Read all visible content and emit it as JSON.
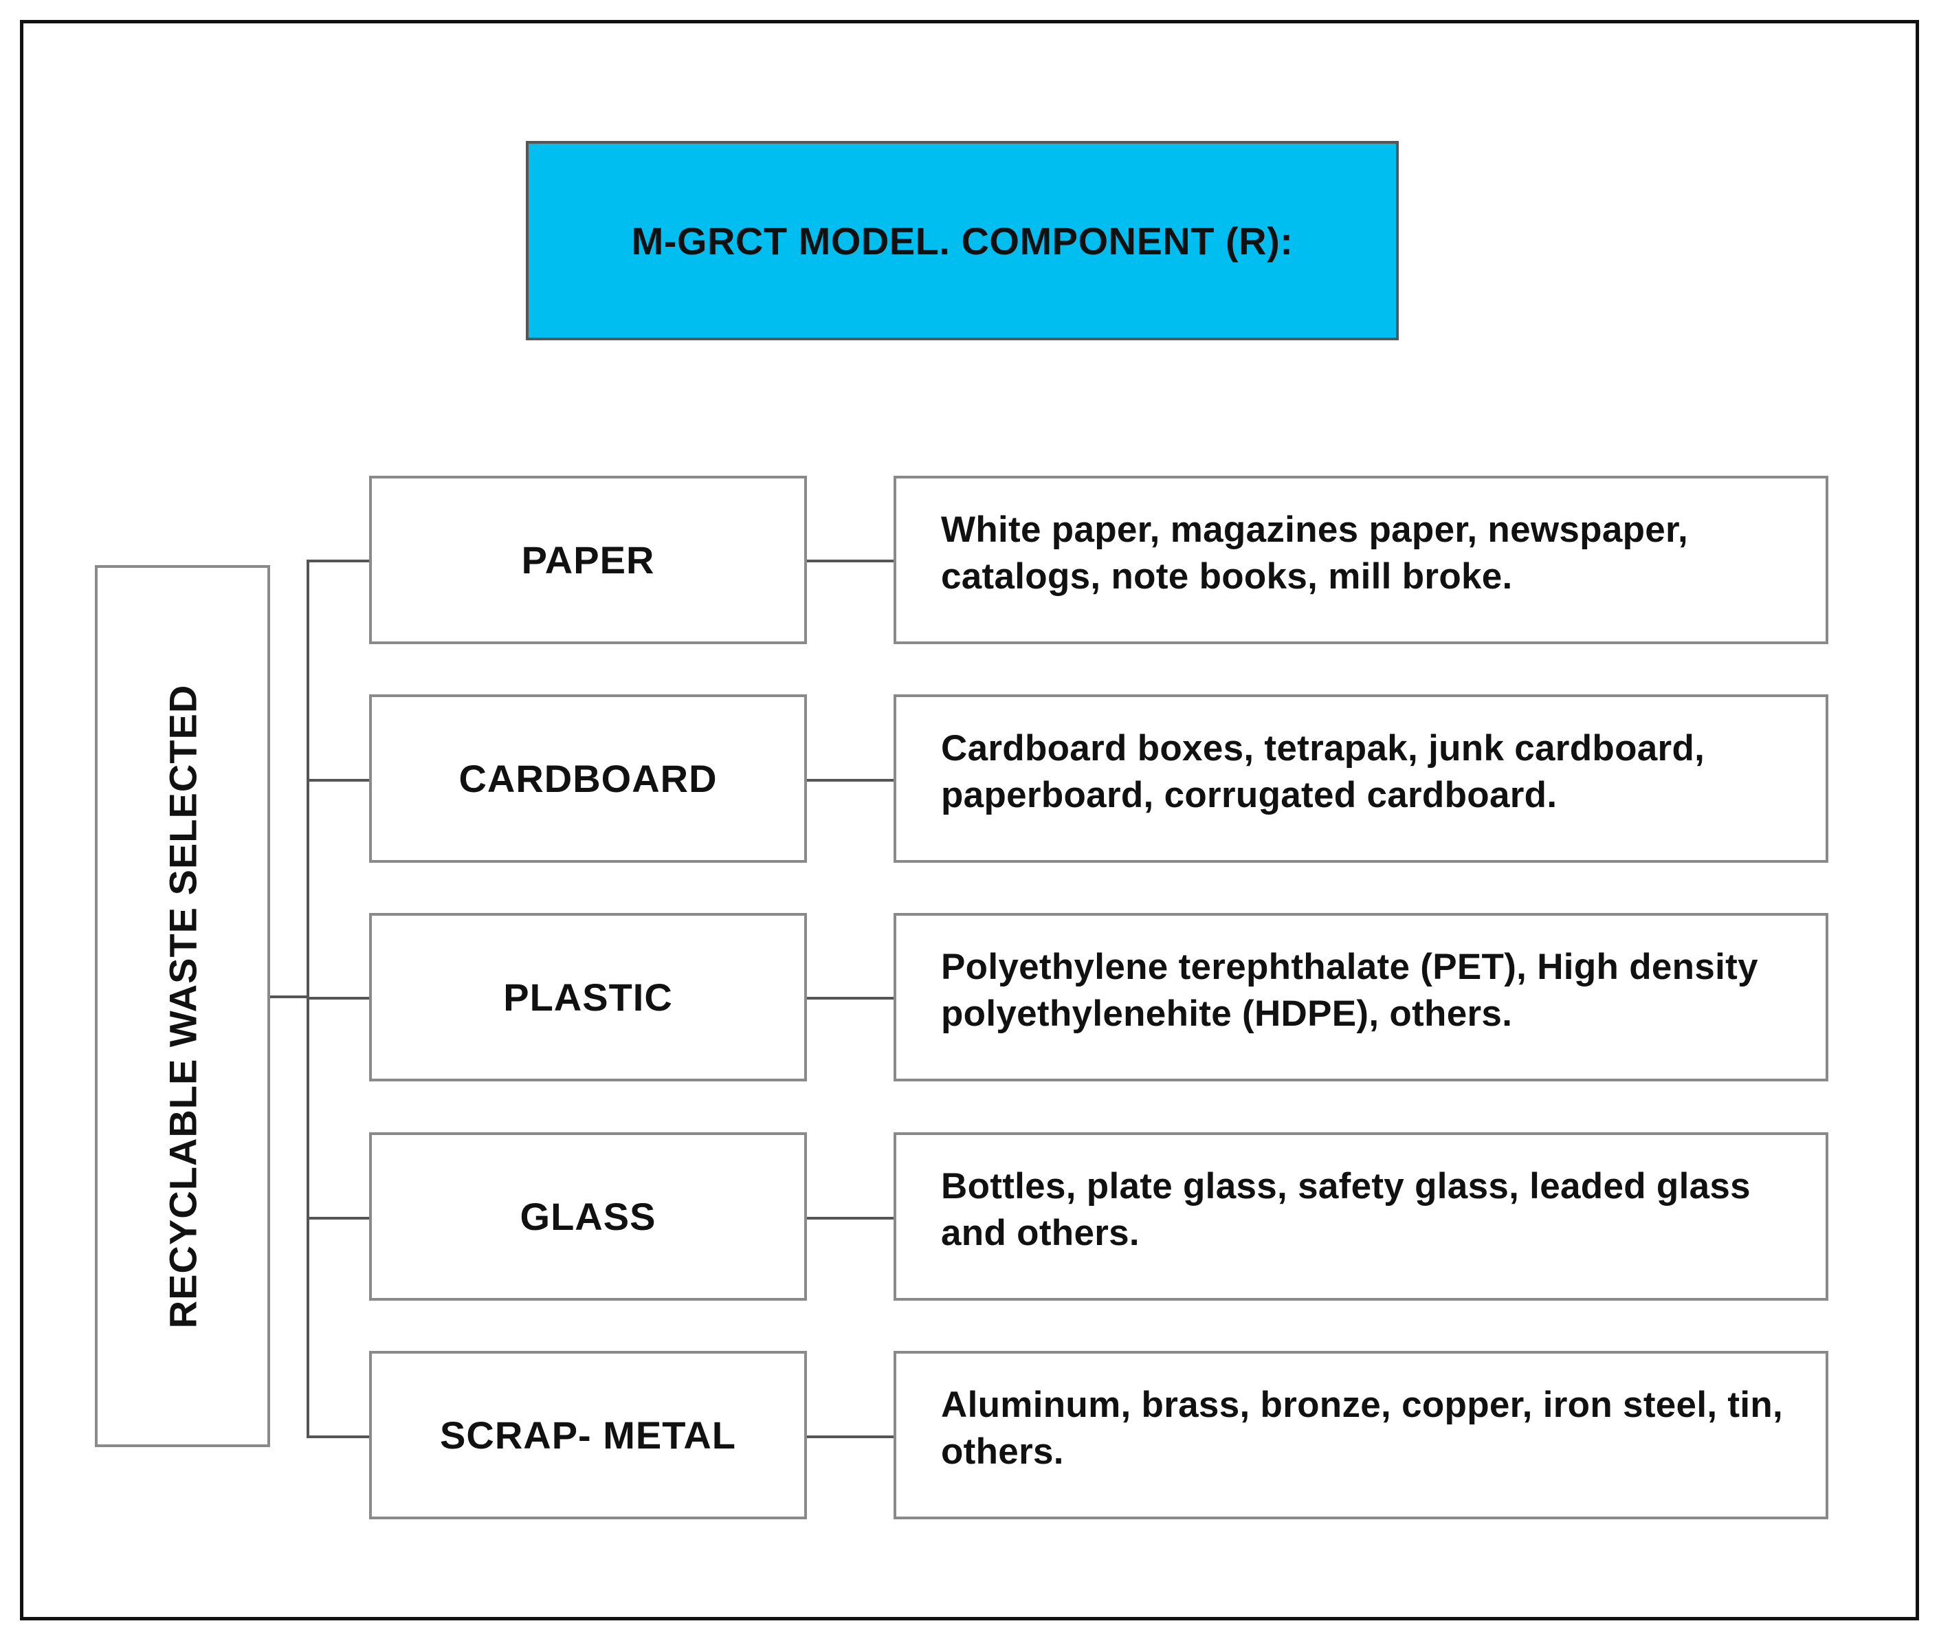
{
  "title": "M-GRCT MODEL. COMPONENT (R):",
  "root_label": "RECYCLABLE WASTE SELECTED",
  "categories": [
    {
      "label": "PAPER",
      "description": "White paper, magazines paper, newspaper, catalogs, note books, mill broke."
    },
    {
      "label": "CARDBOARD",
      "description": "Cardboard boxes, tetrapak, junk cardboard, paperboard, corrugated cardboard."
    },
    {
      "label": "PLASTIC",
      "description": "Polyethylene terephthalate (PET), High density polyethylenehite (HDPE), others."
    },
    {
      "label": "GLASS",
      "description": "Bottles, plate glass, safety glass, leaded glass and others."
    },
    {
      "label": "SCRAP- METAL",
      "description": "Aluminum, brass, bronze, copper, iron steel, tin, others."
    }
  ],
  "colors": {
    "title_fill": "#00bff0",
    "box_border": "#8a8a8a",
    "frame_border": "#111111"
  }
}
